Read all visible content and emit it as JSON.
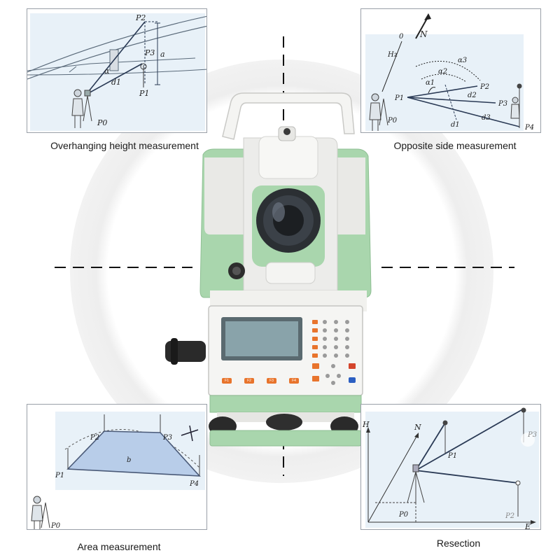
{
  "captions": {
    "overhanging": "Overhanging height measurement",
    "opposite": "Opposite side measurement",
    "area": "Area measurement",
    "resection": "Resection"
  },
  "overhanging_diagram": {
    "p0": "P0",
    "p1": "P1",
    "p2": "P2",
    "p3": "P3",
    "alpha": "α",
    "d1": "d1",
    "a": "a"
  },
  "opposite_diagram": {
    "zero": "0",
    "hz": "Hz",
    "north": "N",
    "p0": "P0",
    "p1": "P1",
    "p2": "P2",
    "p3": "P3",
    "p4": "P4",
    "a1": "α1",
    "a2": "α2",
    "a3": "α3",
    "d1": "d1",
    "d2": "d2",
    "d3": "d3"
  },
  "area_diagram": {
    "p0": "P0",
    "p1": "P1",
    "p2": "P2",
    "p3": "P3",
    "p4": "P4",
    "b": "b"
  },
  "resection_diagram": {
    "h": "H",
    "n": "N",
    "e": "E",
    "p0": "P0",
    "p1": "P1",
    "p2": "P2",
    "p3": "P3"
  },
  "instrument": {
    "function_keys": [
      "F1",
      "F2",
      "F3",
      "F4"
    ],
    "body_color": "#a9d6ad",
    "housing_color": "#ececea"
  }
}
